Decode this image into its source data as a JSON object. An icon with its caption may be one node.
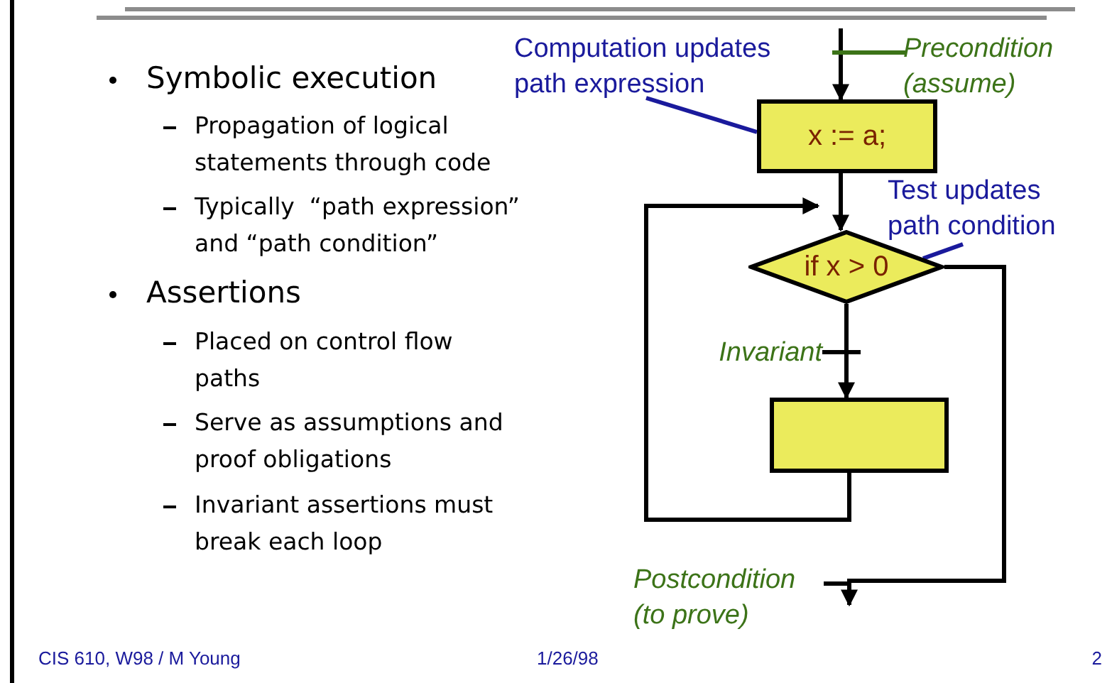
{
  "diagram": {
    "nodes": [
      {
        "text": [
          "x := a;"
        ]
      },
      {
        "text": [
          "if x > 0"
        ]
      },
      {
        "text": [],
        "shape": "box"
      },
      {
        "text": [
          "Computation updates path expression"
        ]
      },
      {
        "text": [
          "Test updates path condition"
        ]
      },
      {
        "text": [
          "Precondition (assume)"
        ]
      },
      {
        "text": [
          "Invariant"
        ]
      },
      {
        "text": [
          "Postcondition (to prove)"
        ]
      }
    ],
    "edges": [
      {
        "from": null,
        "to": 0,
        "arrow": "to"
      },
      {
        "from": 0,
        "to": 1,
        "arrow": "to"
      },
      {
        "from": 1,
        "to": 2,
        "arrow": "to"
      },
      {
        "from": 2,
        "to": 1,
        "arrow": "to"
      },
      {
        "from": 1,
        "to": 7,
        "arrow": "to"
      },
      {
        "from": 3,
        "to": 0,
        "arrow": "none",
        "color": "#1a1a9c"
      },
      {
        "from": 4,
        "to": 1,
        "arrow": "none",
        "color": "#1a1a9c"
      },
      {
        "from": 5,
        "to": null,
        "arrow": "none",
        "color": "#3c7318"
      },
      {
        "from": 6,
        "to": null,
        "arrow": "none"
      },
      {
        "from": 7,
        "to": null,
        "arrow": "none"
      }
    ],
    "labels": [
      "Symbolic execution",
      "Propagation of logical statements through code",
      "Typically  “path expression” and “path condition”",
      "Assertions",
      "Placed on control flow paths",
      "Serve as assumptions and proof obligations",
      "Invariant assertions must break each loop",
      "CIS 610, W98 / M Young",
      "1/26/98",
      "2"
    ]
  }
}
